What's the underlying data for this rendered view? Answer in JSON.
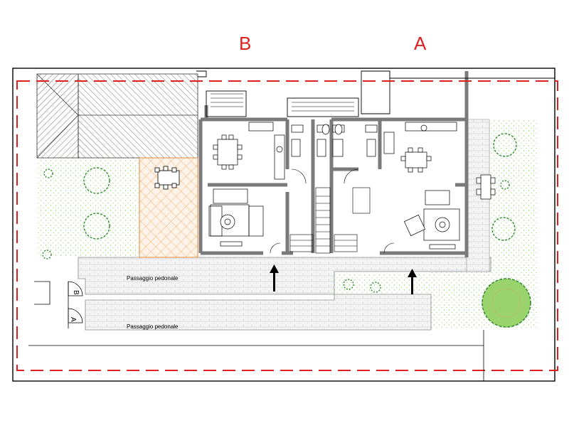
{
  "units": {
    "left": "B",
    "right": "A"
  },
  "walkways": {
    "upper": "Passaggio pedonale",
    "lower": "Passaggio pedonale"
  },
  "gates": {
    "upper": "B",
    "lower": "A"
  },
  "colors": {
    "boundary": "#e02020",
    "wall": "#7a7a7a",
    "garden_dot": "#8fd36a",
    "tree": "#2e8b2e",
    "tree_light": "#7cc35a",
    "terrace": "#f2a15b",
    "paving": "#b8b8b8",
    "line": "#000000"
  },
  "icons": [
    "entrance-arrow-icon",
    "tree-icon",
    "dining-table-icon",
    "sofa-icon",
    "armchair-icon",
    "stairs-icon"
  ]
}
